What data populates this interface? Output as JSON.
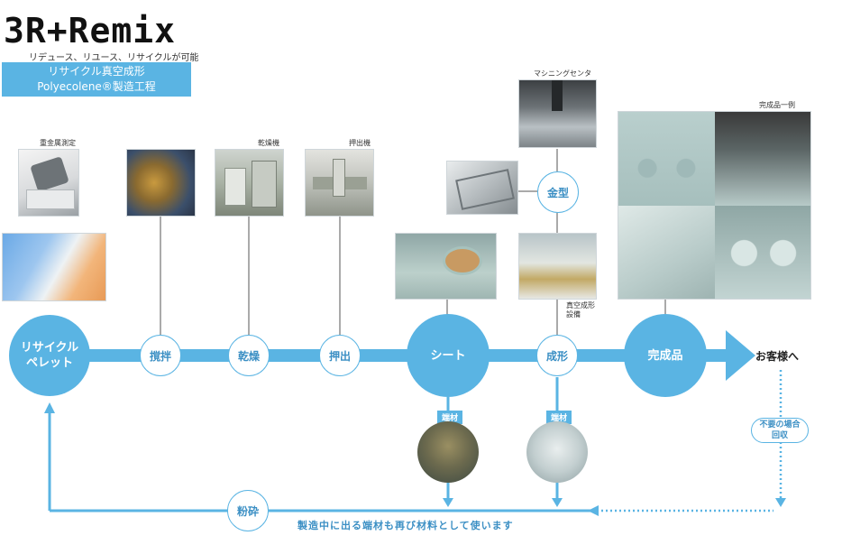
{
  "header": {
    "logo": "3R+Remix",
    "tagline": "リデュース、リユース、リサイクルが可能",
    "title_line1": "リサイクル真空成形",
    "title_line2": "Polyecolene®製造工程"
  },
  "photo_captions": {
    "metal": "重金属測定",
    "dryer": "乾燥機",
    "extruder": "押出機",
    "machining": "マシニングセンタ",
    "vacuum_line1": "真空成形",
    "vacuum_line2": "設備",
    "product_example": "完成品一例"
  },
  "steps": {
    "pellet_line1": "リサイクル",
    "pellet_line2": "ペレット",
    "stir": "撹拌",
    "dry": "乾燥",
    "extrude": "押出",
    "sheet": "シート",
    "mold": "金型",
    "form": "成形",
    "product": "完成品",
    "crush": "粉砕"
  },
  "offcut_tags": {
    "sheet": "端材",
    "form": "端材"
  },
  "destination": "お客様へ",
  "collect_line1": "不要の場合",
  "collect_line2": "回収",
  "bottom_note": "製造中に出る端材も再び材料として使います",
  "colors": {
    "accent": "#5ab4e3",
    "accent_text": "#3b8fc4"
  }
}
